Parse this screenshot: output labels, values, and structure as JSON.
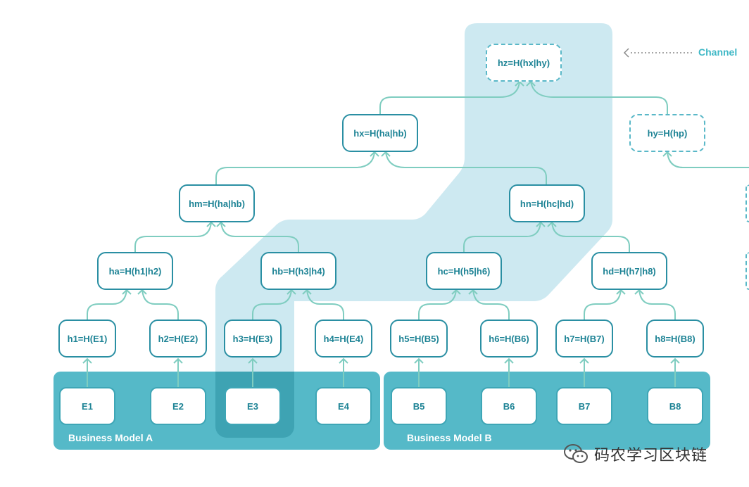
{
  "tree": {
    "root": "hz=H(hx|hy)",
    "level2": [
      "hx=H(ha|hb)",
      "hy=H(hp)"
    ],
    "level3": [
      "hm=H(ha|hb)",
      "hn=H(hc|hd)"
    ],
    "level4": [
      "ha=H(h1|h2)",
      "hb=H(h3|h4)",
      "hc=H(h5|h6)",
      "hd=H(h7|h8)"
    ],
    "leaves": [
      "h1=H(E1)",
      "h2=H(E2)",
      "h3=H(E3)",
      "h4=H(E4)",
      "h5=H(B5)",
      "h6=H(B6)",
      "h7=H(B7)",
      "h8=H(B8)"
    ]
  },
  "entities": [
    "E1",
    "E2",
    "E3",
    "E4",
    "B5",
    "B6",
    "B7",
    "B8"
  ],
  "panels": {
    "a_label": "Business Model A",
    "b_label": "Business Model B"
  },
  "channel": {
    "label": "Channel"
  },
  "watermark": {
    "text": "码农学习区块链"
  },
  "colors": {
    "panel": "#55b9c8",
    "highlight": "#cde9f1",
    "node_border": "#2a8fa3",
    "node_text": "#1d8395",
    "connector": "#7fcdc0"
  }
}
